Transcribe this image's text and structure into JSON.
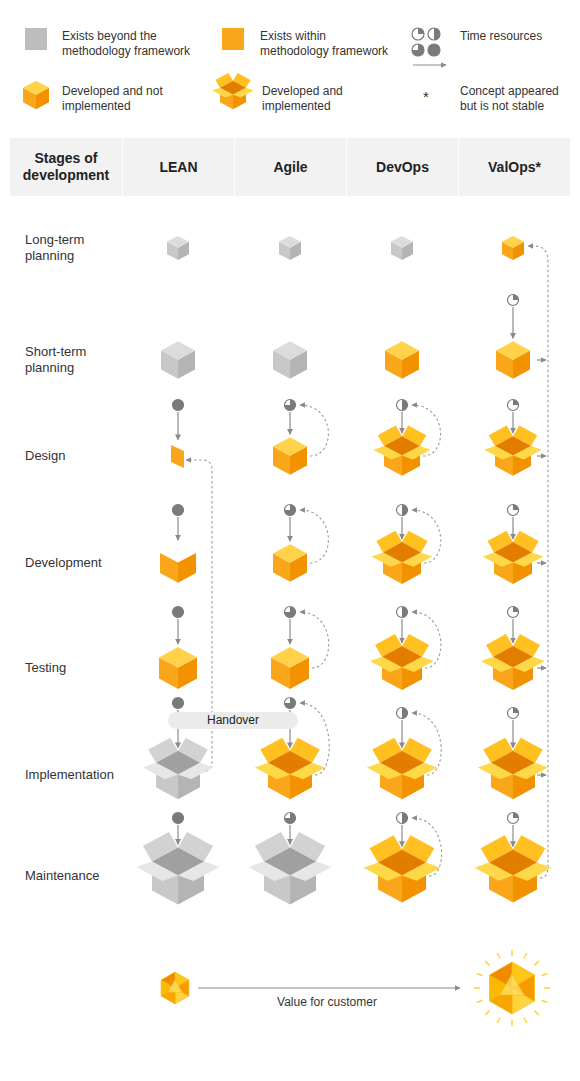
{
  "diagram": {
    "nodes": [
      {
        "text": [
          "Stages of development"
        ]
      },
      {
        "text": [
          "LEAN"
        ]
      },
      {
        "text": [
          "Agile"
        ]
      },
      {
        "text": [
          "DevOps"
        ]
      },
      {
        "text": [
          "ValOps*"
        ]
      },
      {
        "text": [
          "Handover"
        ]
      }
    ],
    "labels": [
      "*",
      "Long-term planning",
      "Short-term planning",
      "Design",
      "Development",
      "Testing",
      "Implementation",
      "Maintenance",
      "Value for customer"
    ],
    "legend": [
      {
        "text": "Exists beyond the methodology framework",
        "color": "#bdbdbd"
      },
      {
        "text": "Exists within methodology framework",
        "color": "#f9a61a"
      },
      {
        "text": "Time resources"
      },
      {
        "text": "Developed and not implemented"
      },
      {
        "text": "Developed and implemented"
      },
      {
        "text": "Concept appeared but is not stable"
      }
    ]
  }
}
